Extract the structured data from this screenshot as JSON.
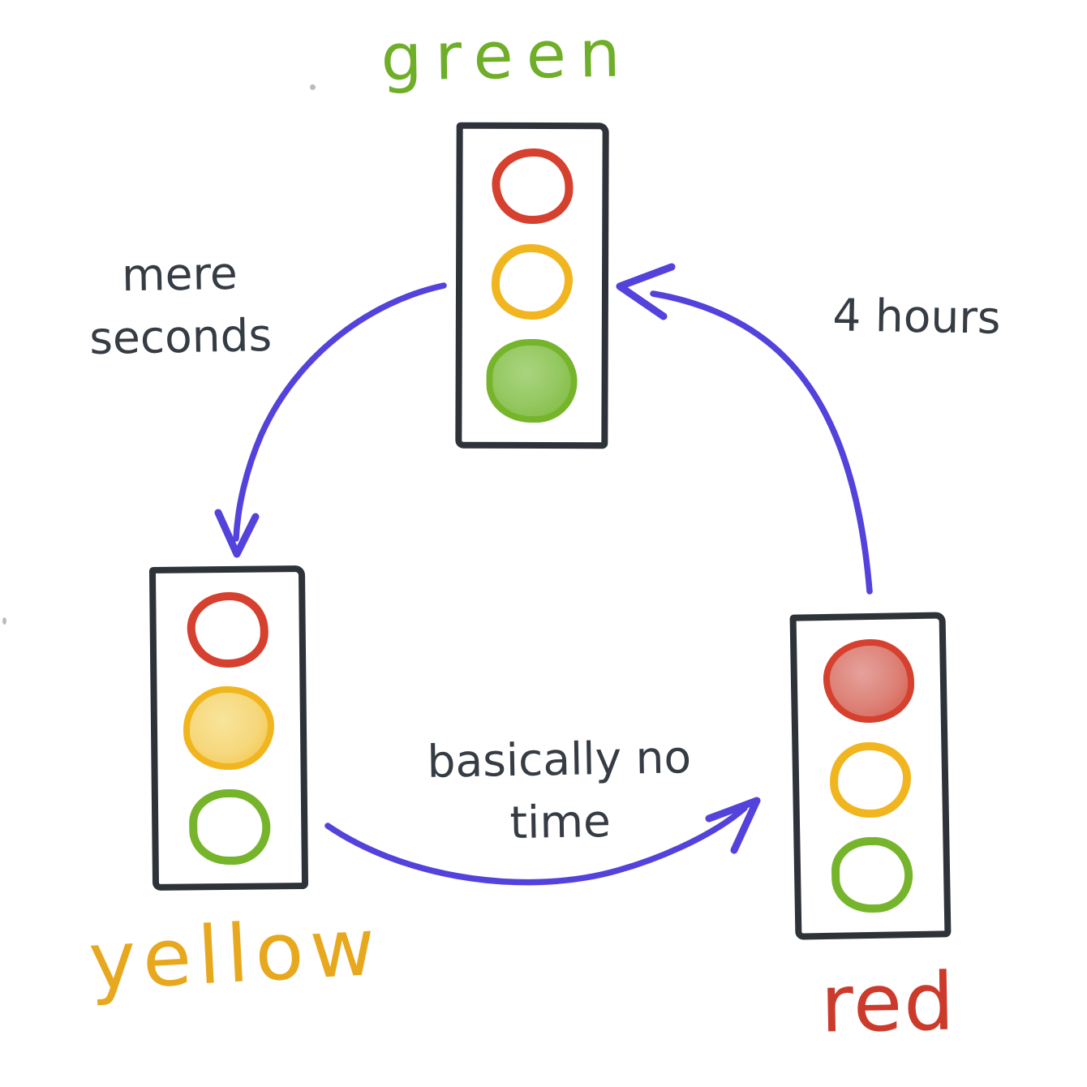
{
  "diagram": {
    "subject": "traffic-light-cycle",
    "nodes": [
      {
        "id": "green",
        "label": "green",
        "active_light": "green"
      },
      {
        "id": "yellow",
        "label": "yellow",
        "active_light": "yellow"
      },
      {
        "id": "red",
        "label": "red",
        "active_light": "red"
      }
    ],
    "edges": [
      {
        "from": "green",
        "to": "yellow",
        "label": "mere seconds"
      },
      {
        "from": "yellow",
        "to": "red",
        "label": "basically no time"
      },
      {
        "from": "red",
        "to": "green",
        "label": "4 hours"
      }
    ],
    "colors": {
      "ink": "#2d3339",
      "arrow": "#5342db",
      "red": "#d6402e",
      "yellow": "#f1b51f",
      "green": "#76b52b",
      "label-green": "#6fae28",
      "label-yellow": "#e7a81e",
      "label-red": "#cc3a2b",
      "text": "#363c44",
      "background": "#ffffff"
    }
  }
}
